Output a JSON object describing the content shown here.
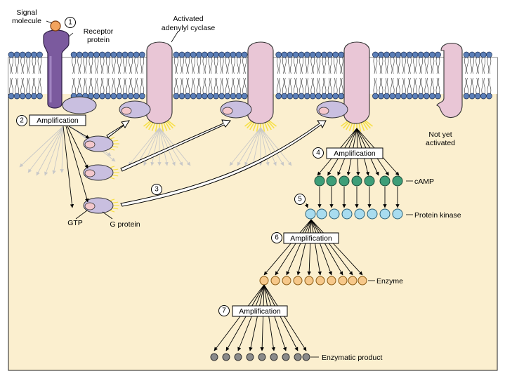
{
  "labels": {
    "signal_molecule": [
      "Signal",
      "molecule"
    ],
    "receptor_protein": [
      "Receptor",
      "protein"
    ],
    "activated_adenylyl_cyclase": [
      "Activated",
      "adenylyl cyclase"
    ],
    "not_yet_activated": [
      "Not yet",
      "activated"
    ],
    "gtp": "GTP",
    "g_protein": "G protein",
    "camp": "cAMP",
    "protein_kinase": "Protein kinase",
    "enzyme": "Enzyme",
    "enzymatic_product": "Enzymatic product"
  },
  "steps": [
    {
      "number": "1"
    },
    {
      "number": "2",
      "label": "Amplification"
    },
    {
      "number": "3"
    },
    {
      "number": "4",
      "label": "Amplification"
    },
    {
      "number": "5"
    },
    {
      "number": "6",
      "label": "Amplification"
    },
    {
      "number": "7",
      "label": "Amplification"
    }
  ],
  "colors": {
    "cytoplasm": "#fbefcf",
    "membrane_head": "#5b7fb8",
    "receptor": "#7b5a9e",
    "signal_molecule": "#f2a35e",
    "adenylyl_cyclase": "#e9c6d6",
    "g_protein": "#c9bfe0",
    "gtp": "#f4c7cc",
    "camp": "#3e9e78",
    "protein_kinase": "#a8dcef",
    "enzyme": "#f6c88a",
    "enzymatic_product": "#8a8a8a",
    "glow": "#f7e04a"
  }
}
